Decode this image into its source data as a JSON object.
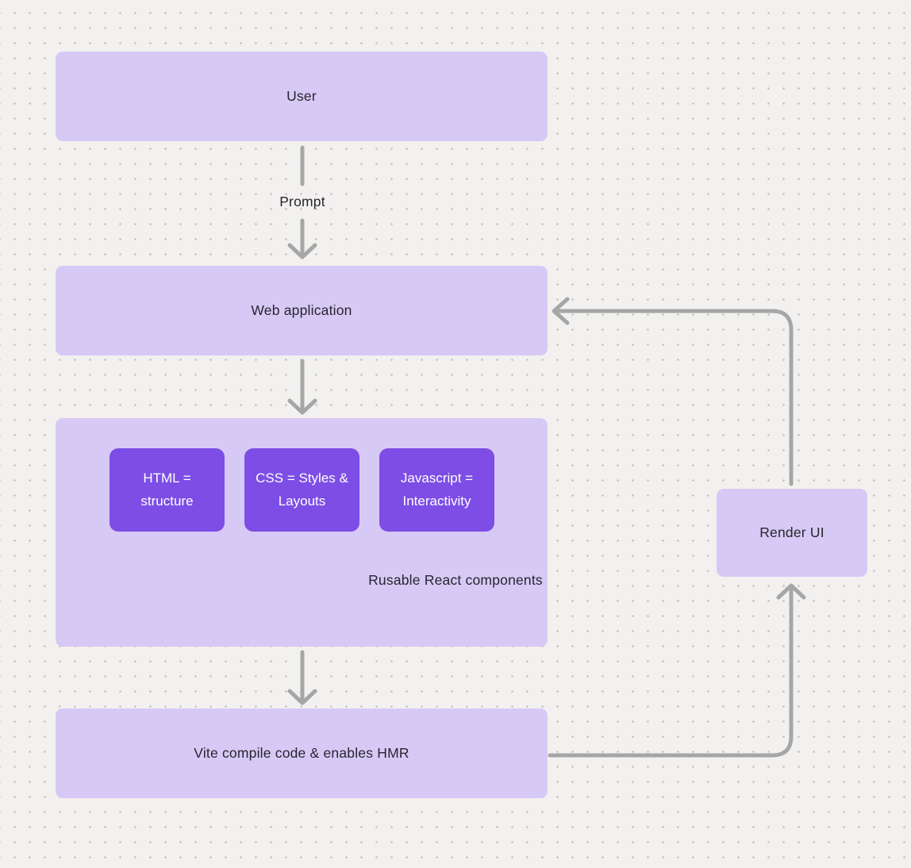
{
  "diagram": {
    "nodes": {
      "user": {
        "label": "User"
      },
      "web_application": {
        "label": "Web application"
      },
      "react_components": {
        "label": "Rusable React components",
        "children": [
          {
            "label": "HTML = structure"
          },
          {
            "label": "CSS = Styles & Layouts"
          },
          {
            "label": "Javascript = Interactivity"
          }
        ]
      },
      "vite": {
        "label": "Vite compile code & enables HMR"
      },
      "render_ui": {
        "label": "Render UI"
      }
    },
    "edge_labels": {
      "prompt": "Prompt"
    }
  },
  "colors": {
    "canvas_bg": "#f2f1ef",
    "dot": "#c9c7c5",
    "node_fill": "#d7c9f5",
    "node_dark_fill": "#7d4de5",
    "arrow": "#a6a6a6",
    "text_dark": "#27252e",
    "text_light": "#ffffff"
  }
}
